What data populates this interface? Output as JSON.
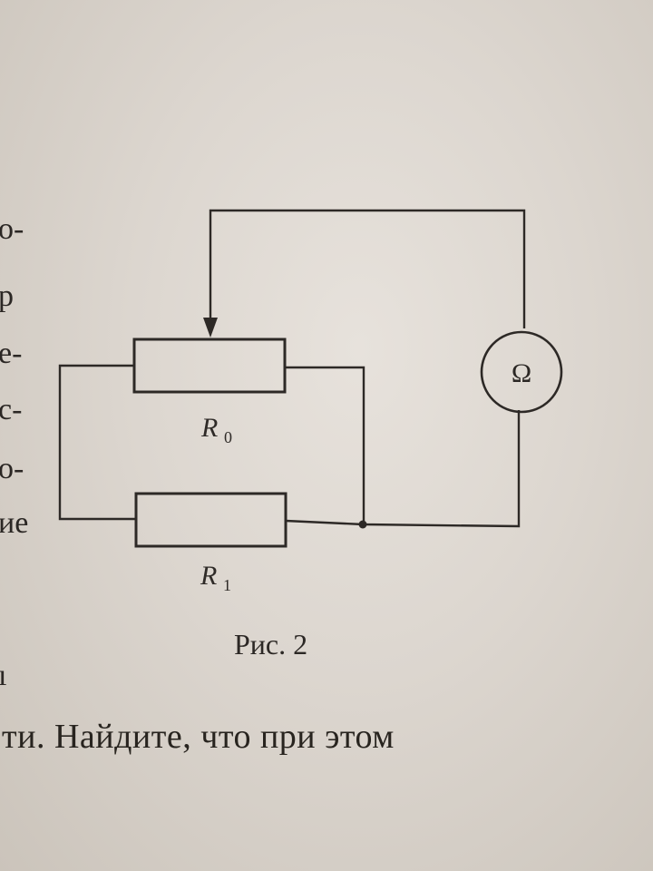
{
  "figure": {
    "resistor_top_label": "R",
    "resistor_top_sub": "0",
    "resistor_bottom_label": "R",
    "resistor_bottom_sub": "1",
    "meter_symbol": "Ω",
    "caption": "Рис. 2"
  },
  "margin_fragments": [
    "о-",
    "р",
    "е-",
    "с-",
    "о-",
    "ие",
    "ı"
  ],
  "body_text": {
    "bottom_line": "ти. Найдите, что при этом"
  }
}
